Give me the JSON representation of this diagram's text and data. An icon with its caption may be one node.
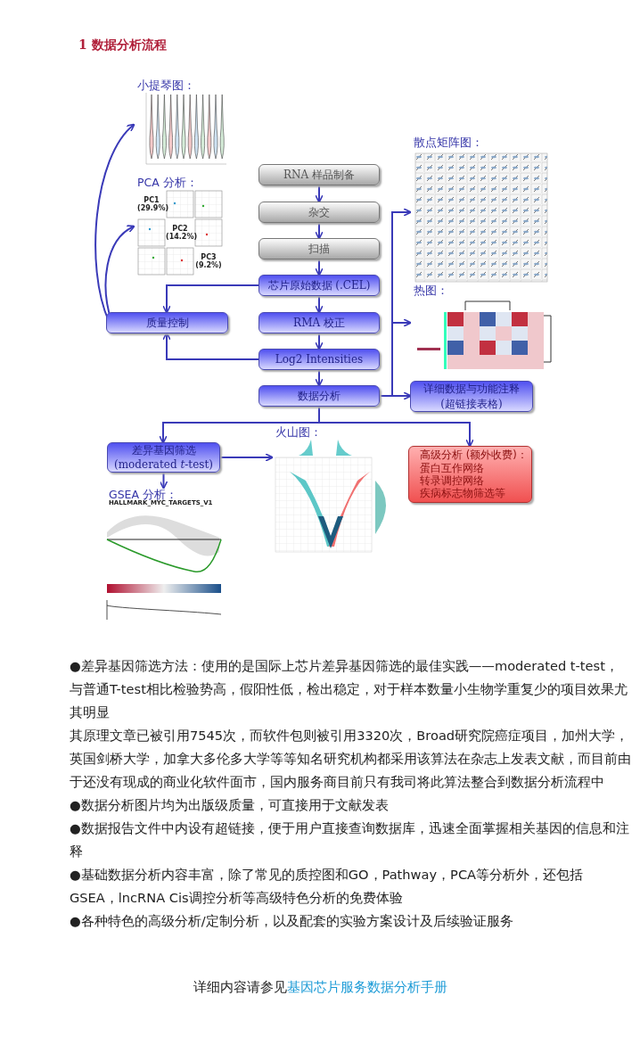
{
  "diagram": {
    "title": "1 数据分析流程",
    "nodes": [
      {
        "text": [
          "RNA 样品制备"
        ]
      },
      {
        "text": [
          "杂交"
        ]
      },
      {
        "text": [
          "扫描"
        ]
      },
      {
        "text": [
          "芯片原始数据 (.CEL)"
        ]
      },
      {
        "text": [
          "RMA 校正"
        ]
      },
      {
        "text": [
          "Log2 Intensities"
        ]
      },
      {
        "text": [
          "数据分析"
        ]
      },
      {
        "text": [
          "质量控制"
        ]
      },
      {
        "text": [
          "小提琴图："
        ]
      },
      {
        "text": [
          "PCA 分析："
        ]
      },
      {
        "text": [
          "散点矩阵图："
        ]
      },
      {
        "text": [
          "热图："
        ]
      },
      {
        "text": [
          "详细数据与功能注释",
          "(超链接表格)"
        ]
      },
      {
        "text": [
          "差异基因筛选",
          "(moderated *t*-test)"
        ]
      },
      {
        "text": [
          "火山图："
        ]
      },
      {
        "text": [
          "高级分析 (额外收费)：",
          "蛋白互作网络",
          "转录调控网络",
          "疾病标志物筛选等"
        ]
      },
      {
        "text": [
          "GSEA 分析："
        ]
      }
    ],
    "edges": [
      {
        "from": 0,
        "to": 1,
        "arrow": "to"
      },
      {
        "from": 1,
        "to": 2,
        "arrow": "to"
      },
      {
        "from": 2,
        "to": 3,
        "arrow": "to"
      },
      {
        "from": 3,
        "to": 4,
        "arrow": "to"
      },
      {
        "from": 4,
        "to": 5,
        "arrow": "to"
      },
      {
        "from": 5,
        "to": 6,
        "arrow": "to"
      },
      {
        "from": 3,
        "to": 7,
        "arrow": "to"
      },
      {
        "from": 5,
        "to": 7,
        "arrow": "to"
      },
      {
        "from": 7,
        "to": 8,
        "arrow": "to"
      },
      {
        "from": 7,
        "to": 9,
        "arrow": "to"
      },
      {
        "from": 6,
        "to": 10,
        "arrow": "to"
      },
      {
        "from": 6,
        "to": 11,
        "arrow": "to"
      },
      {
        "from": 6,
        "to": 12,
        "arrow": "to"
      },
      {
        "from": 6,
        "to": 13,
        "arrow": "to"
      },
      {
        "from": 6,
        "to": 15,
        "arrow": "to"
      },
      {
        "from": 13,
        "to": 14,
        "arrow": "to"
      },
      {
        "from": 13,
        "to": 16,
        "arrow": "to"
      }
    ],
    "labels": [
      "PC1 (29.9%)",
      "PC2 (14.2%)",
      "PC3 (9.2%)",
      "HALLMARK_MYC_TARGETS_V1",
      "●差异基因筛选方法：使用的是国际上芯片差异基因筛选的最佳实践——moderated t-test，与普通T-test相比检验势高，假阳性低，检出稳定，对于样本数量小生物学重复少的项目效果尤其明显",
      "其原理文章已被引用7545次，而软件包则被引用3320次，Broad研究院癌症项目，加州大学，英国剑桥大学，加拿大多伦多大学等等知名研究机构都采用该算法在杂志上发表文献，而目前由于还没有现成的商业化软件面市，国内服务商目前只有我司将此算法整合到数据分析流程中",
      "●数据分析图片均为出版级质量，可直接用于文献发表",
      "●数据报告文件中内设有超链接，便于用户直接查询数据库，迅速全面掌握相关基因的信息和注释",
      "●基础数据分析内容丰富，除了常见的质控图和GO，Pathway，PCA等分析外，还包括GSEA，lncRNA Cis调控分析等高级特色分析的免费体验",
      "●各种特色的高级分析/定制分析，以及配套的实验方案设计及后续验证服务",
      "详细内容请参见",
      "基因芯片服务数据分析手册"
    ]
  }
}
